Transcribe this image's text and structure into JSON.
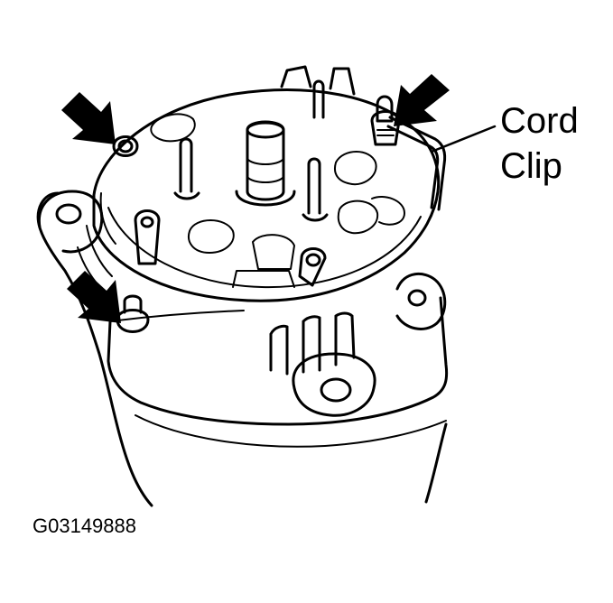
{
  "callout": {
    "line1": "Cord",
    "line2": "Clip"
  },
  "figure_id": "G03149888",
  "colors": {
    "ink": "#000000",
    "paper": "#ffffff"
  }
}
